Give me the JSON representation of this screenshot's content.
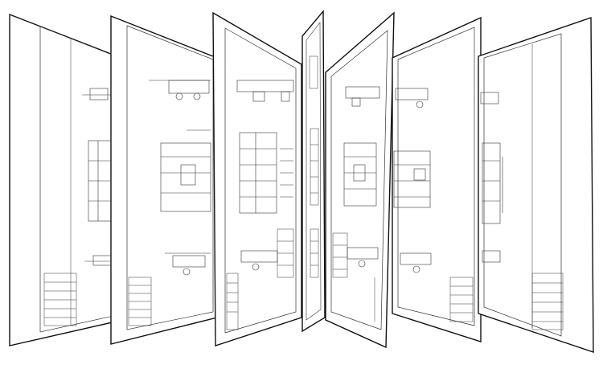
{
  "scene": {
    "description_free": true,
    "sheet_count": 7
  },
  "sheets": [
    {
      "side": "left",
      "title_rows": [
        "",
        "",
        "",
        "",
        "",
        ""
      ]
    },
    {
      "side": "left",
      "title_rows": [
        "",
        "",
        "",
        "",
        "",
        ""
      ]
    },
    {
      "side": "left",
      "title_rows": [
        "",
        "",
        "",
        "",
        "",
        ""
      ]
    },
    {
      "side": "center",
      "title_rows": [
        "",
        "",
        "",
        ""
      ]
    },
    {
      "side": "right",
      "title_rows": [
        "",
        "",
        "",
        "",
        "",
        ""
      ]
    },
    {
      "side": "right",
      "title_rows": [
        "",
        "",
        "",
        "",
        "",
        ""
      ]
    },
    {
      "side": "right",
      "title_rows": [
        "",
        "",
        "",
        "",
        "",
        ""
      ]
    }
  ]
}
